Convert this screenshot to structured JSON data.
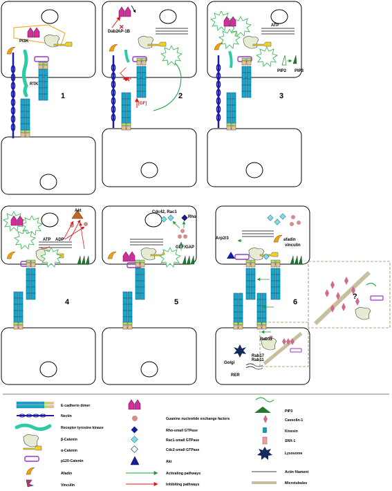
{
  "panels": [
    {
      "number": "1",
      "labels": [
        "PI3K",
        "RTK"
      ]
    },
    {
      "number": "2",
      "labels": [
        "Dab2",
        "AP-1B",
        "[GF]"
      ]
    },
    {
      "number": "3",
      "labels": [
        "ATP",
        "PIP2",
        "PIP3"
      ]
    },
    {
      "number": "4",
      "labels": [
        "Akt",
        "ATP",
        "ADP"
      ]
    },
    {
      "number": "5",
      "labels": [
        "Cdc42, Rac1",
        "Rho",
        "GEF/GAP"
      ]
    },
    {
      "number": "6",
      "labels": [
        "Arp2/3",
        "afadin",
        "vinculin",
        "Rab11",
        "Rab17",
        "Rab11",
        "Golgi",
        "RER",
        "?"
      ]
    }
  ],
  "legend": {
    "col1": [
      "E-cadherin dimer",
      "Nectin",
      "Receptor tyrosine kinase",
      "β-Catenin",
      "α-Catenin",
      "p120-Catenin",
      "Afadin",
      "Vinculin"
    ],
    "col2": [
      "Guanine nucleotide exchange factors",
      "Rho-small GTPase",
      "Rac1-small GTPase",
      "Cdc2-small GTPase",
      "Akt",
      "Activating pathways",
      "Inhibiting pathways"
    ],
    "col3": [
      "PIP3",
      "Caveolin-1",
      "Kinesin",
      "SNX-1",
      "Lysosome",
      "Actin filament",
      "Microtubules"
    ]
  },
  "colors": {
    "cadherin": "#1aa6cc",
    "nectin": "#e8c090",
    "band": "#a8e070",
    "rtk": "#2ec9a6",
    "chain": "#1c1ca8",
    "pi3k": "#d0309a",
    "afadin": "#f2a010",
    "catenin_alpha": "#f0d020",
    "p120": "#9a33cc",
    "activating": "#1a9c3a",
    "inhibiting": "#e11",
    "rac1": "#7fd9e6",
    "rho": "#1a1aa0",
    "gef": "#d48c8c",
    "microtubule": "#c8bea0",
    "pip3": "#1f7a2e"
  }
}
